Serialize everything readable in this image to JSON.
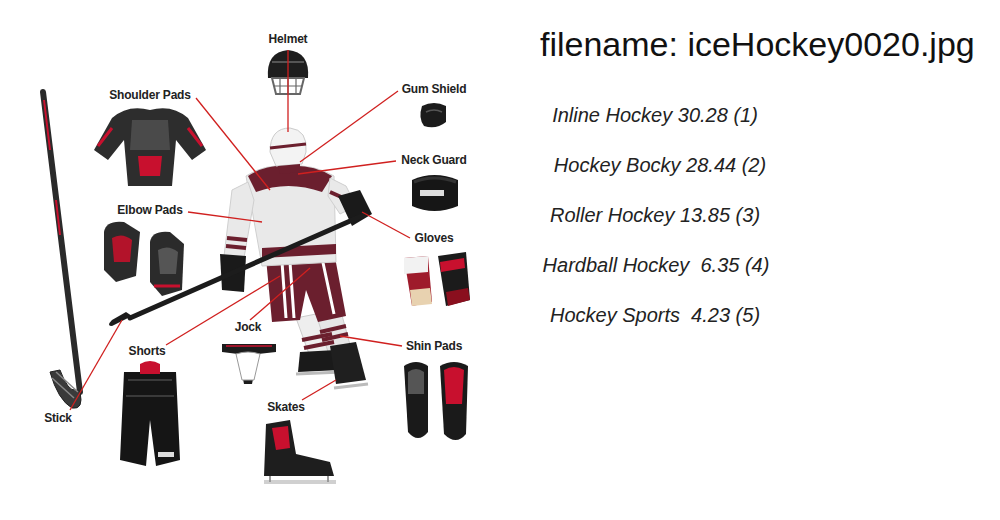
{
  "diagram": {
    "labels": [
      "Helmet",
      "Shoulder Pads",
      "Gum Shield",
      "Neck Guard",
      "Elbow Pads",
      "Gloves",
      "Jock",
      "Shorts",
      "Shin Pads",
      "Stick",
      "Skates",
      "filename: iceHockey0020.jpg",
      "Inline Hockey 30.28 (1)",
      "Hockey Bocky 28.44 (2)",
      "Roller Hockey 13.85 (3)",
      "Hardball Hockey  6.35 (4)",
      "Hockey Sports  4.23 (5)"
    ]
  }
}
